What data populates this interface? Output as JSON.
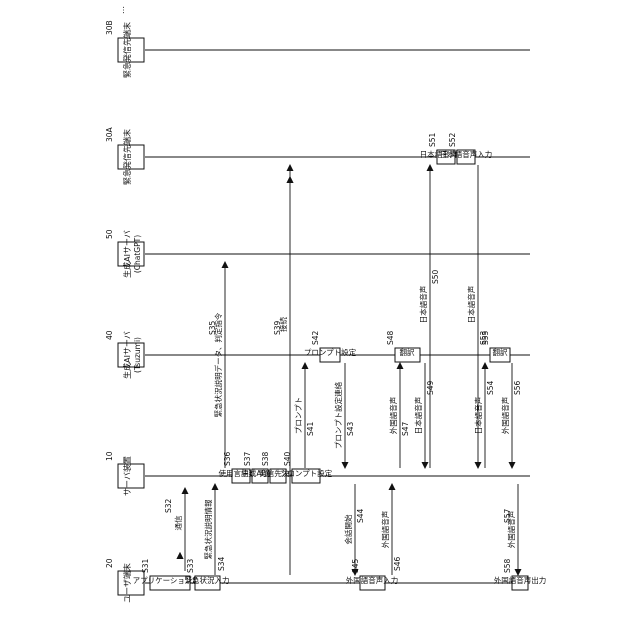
{
  "participants": [
    {
      "id": "user",
      "name": "ユーザ端末",
      "ref": "20"
    },
    {
      "id": "server",
      "name": "サーバ装置",
      "ref": "10"
    },
    {
      "id": "tsuzumi",
      "name": "生成AIサーバ",
      "sub": "(Tsuzumi)",
      "ref": "40"
    },
    {
      "id": "chatgpt",
      "name": "生成AIサーバ",
      "sub": "(ChatGPT)",
      "ref": "50"
    },
    {
      "id": "dest_a",
      "name": "緊急発信先端末",
      "ref": "30A"
    },
    {
      "id": "dest_b",
      "name": "緊急発信先端末",
      "ref": "30B"
    }
  ],
  "ellipsis": "…",
  "steps": {
    "s31": {
      "label": "アプリケーション起動",
      "ref": "S31"
    },
    "s32": {
      "label": "通信",
      "ref": "S32"
    },
    "s33": {
      "label": "緊急状況入力",
      "ref": "S33"
    },
    "s34": {
      "label": "緊急状況説明情報",
      "ref": "S34"
    },
    "s35": {
      "label": "緊急状況説明データ、判定指令",
      "ref": "S35"
    },
    "s36": {
      "label": "使用言語判定",
      "ref": "S36"
    },
    "s37": {
      "label": "生成AI選択",
      "ref": "S37"
    },
    "s38": {
      "label": "発信先決定",
      "ref": "S38"
    },
    "s39": {
      "label": "接続",
      "ref": "S39"
    },
    "s40": {
      "label": "プロンプト設定",
      "ref": "S40"
    },
    "s41": {
      "label": "プロンプト",
      "ref": "S41"
    },
    "s42": {
      "label": "プロンプト設定",
      "ref": "S42"
    },
    "s43": {
      "label": "プロンプト設定連絡",
      "ref": "S43"
    },
    "s44": {
      "label": "会話開始",
      "ref": "S44"
    },
    "s45": {
      "label": "外国語音声入力",
      "ref": "S45"
    },
    "s46": {
      "label": "外国語音声",
      "ref": "S46"
    },
    "s47": {
      "label": "外国語音声",
      "ref": "S47"
    },
    "s48": {
      "label": "翻訳",
      "ref": "S48"
    },
    "s49": {
      "label": "日本語音声",
      "ref": "S49"
    },
    "s50": {
      "label": "日本語音声",
      "ref": "S50"
    },
    "s51": {
      "label": "日本語音声出力",
      "ref": "S51"
    },
    "s52": {
      "label": "日本語音声入力",
      "ref": "S52"
    },
    "s53": {
      "label": "日本語音声",
      "ref": "S53"
    },
    "s54": {
      "label": "日本語音声",
      "ref": "S54"
    },
    "s55": {
      "label": "翻訳",
      "ref": "S55"
    },
    "s56": {
      "label": "外国語音声",
      "ref": "S56"
    },
    "s57": {
      "label": "外国語音声",
      "ref": "S57"
    },
    "s58": {
      "label": "外国語音声出力",
      "ref": "S58"
    }
  }
}
